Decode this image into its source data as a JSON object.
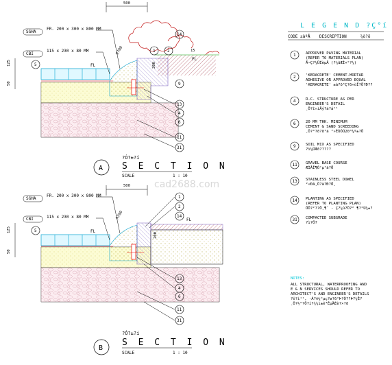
{
  "watermark": "cad2688.com",
  "legend": {
    "title": "L E G E N D ?Ç°í",
    "header_code": "CODE ±àºÅ",
    "header_desc": "DESCRIPTION",
    "header_desc_cn": "¼ò?ö",
    "items": [
      {
        "code": "1",
        "lines": [
          "APPROVED PAVING MATERIAL",
          "(REFER TO MATERIALS PLAN)",
          "Å~Ç?¼ÜÉèµÄ    (?¼ûÆÌ×°?¼)"
        ]
      },
      {
        "code": "2",
        "lines": [
          "'KERACRETE' CEMENT-MORTAR",
          "ADHESIVE OR APPROVED EQUAL",
          "'KERACRETE' ±à?ð³Ç?ð»òÏ?Ö?Ð??"
        ]
      },
      {
        "code": "4",
        "lines": [
          "R.C. STRUCTURE AS PER",
          "ENGINEER'S DETAIL",
          "¸Ö?î»ìÄý?á?á¹¹"
        ]
      },
      {
        "code": "6",
        "lines": [
          "20 MM THK. MINIMUM",
          "CEMENT & SAND SCREEDING",
          "¸Ô?°?ð?ð²ã    ²»ÉÙÓÚ20³¼º±?Ö"
        ]
      },
      {
        "code": "9",
        "lines": [
          "SOIL MIX AS SPECIFIED",
          "?ì¼ÜÆð?????"
        ]
      },
      {
        "code": "11",
        "lines": [
          "GRAVEL BASE COURSE",
          "ÆÌÂÎ¶Ó¹µ²ã?Ö"
        ]
      },
      {
        "code": "13",
        "lines": [
          "STAINLESS STEEL DOWEL",
          "²»Ðâ¸Ö?à?Ð?Ö¸"
        ]
      },
      {
        "code": "14",
        "lines": [
          "PLANTING AS SPECIFIED",
          "(REFER TO PLANTING PLAN)",
          "ÖÖ?²??Ö¸¶¨ - Ç?¼û?Ö?² ¶?°Ú¼±?"
        ]
      },
      {
        "code": "31",
        "lines": [
          "COMPACTED SUBGRADE",
          "?ì?Ö?"
        ]
      }
    ]
  },
  "notes": {
    "title": "NOTES:",
    "lines": [
      "ALL STRUCTURAL, WATERPROOFING AND",
      "E & N SERVICES SHOULD REFER TO",
      "ARCHITECT'S AND ENGINEER'S DETAILS",
      "?ô?ì¹¹, ·À?®¼°µç?ø?ð°Þ?Ò??Þ?¼Ê?",
      "¸Ô?½°?Ö?í?¼¼ì±ê³ÊµÄÉè?×?ð"
    ]
  },
  "section_a": {
    "top_dim": "500",
    "labels": {
      "sgha": "SGHA",
      "cbi": "CBI",
      "paving": "FR. 200 x 300 x 800 MM",
      "cbi_spec": "115 x 230 x 80 MM",
      "fl": "FL",
      "fl2": "FL",
      "r_label": "R700",
      "dim_200": "200",
      "dim_15": "15"
    },
    "left_dims": [
      "125",
      "50"
    ],
    "callouts_left": [
      "5"
    ],
    "callouts_right": [
      "14",
      "1",
      "2",
      "9",
      "13",
      "4",
      "6",
      "11",
      "31"
    ],
    "title_letter": "A",
    "title_cn": "?Ó?±?í",
    "title": "S E C T I O N",
    "scale_label": "SCALE",
    "scale_value": "1 : 10"
  },
  "section_b": {
    "top_dim": "500",
    "labels": {
      "sgha": "SGHA",
      "cbi": "CBI",
      "paving": "FR. 200 x 300 x 800 MM",
      "cbi_spec": "115 x 230 x 80 MM",
      "fl": "FL",
      "fl2": "FL",
      "r_label": "R700",
      "dim_200": "200"
    },
    "left_dims": [
      "125",
      "50"
    ],
    "callouts_left": [
      "5"
    ],
    "callouts_right": [
      "1",
      "2",
      "14",
      "13",
      "4",
      "6",
      "11",
      "31"
    ],
    "title_letter": "B",
    "title_cn": "?Ó?±?í",
    "title": "S E C T I O N",
    "scale_label": "SCALE",
    "scale_value": "1 : 10"
  },
  "colors": {
    "cyan": "#00c8d8",
    "blue": "#0000ff",
    "red": "#d00000",
    "yellow": "#f0f070",
    "pink": "#e8a0b0",
    "green": "#00a000"
  }
}
